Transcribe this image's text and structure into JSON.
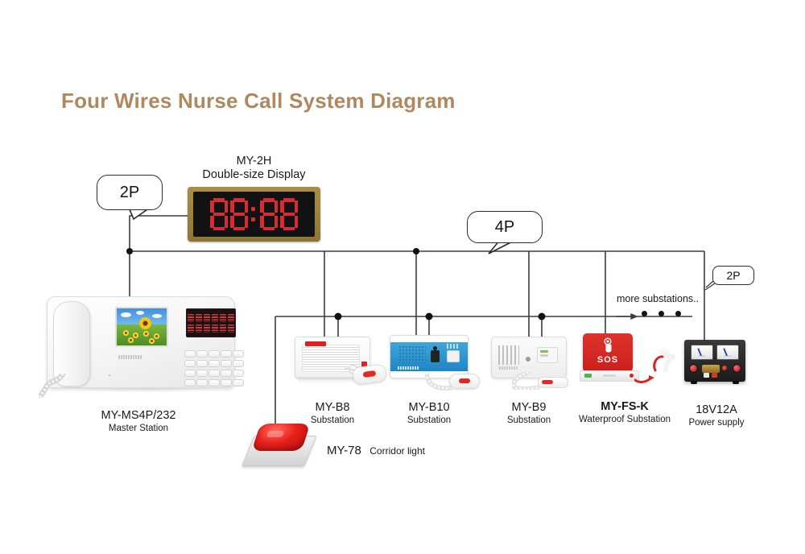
{
  "title": "Four Wires Nurse Call System Diagram",
  "callouts": [
    {
      "id": "left-2p",
      "label": "2P"
    },
    {
      "id": "mid-4p",
      "label": "4P"
    },
    {
      "id": "right-2p",
      "label": "2P"
    }
  ],
  "display": {
    "model": "MY-2H",
    "description": "Double-size Display",
    "readout": "88:88"
  },
  "master_station": {
    "model": "MY-MS4P/232",
    "description": "Master Station"
  },
  "devices": [
    {
      "model": "MY-B8",
      "description": "Substation"
    },
    {
      "model": "MY-B10",
      "description": "Substation"
    },
    {
      "model": "MY-B9",
      "description": "Substation"
    },
    {
      "model": "MY-FS-K",
      "description": "Waterproof Substation"
    },
    {
      "model": "18V12A",
      "description": "Power supply"
    }
  ],
  "corridor_light": {
    "model": "MY-78",
    "description": "Corridor light"
  },
  "sos_button": {
    "label": "SOS"
  },
  "more_substations": {
    "label": "more substations..",
    "dot_count": 3
  },
  "colors": {
    "title": "#b08860",
    "wire": "#3c3c3c",
    "accent_red": "#d92b34",
    "sos_red": "#d2231f",
    "panel_blue": "#2f96d0"
  }
}
